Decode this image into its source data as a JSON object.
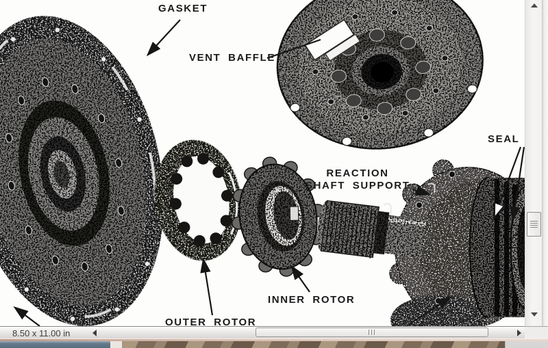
{
  "window": {
    "status_bar": {
      "page_size_label": "8.50 x 11.00 in"
    },
    "scrollbar_icons": {
      "vertical_up": "triangle-up",
      "vertical_down": "triangle-down",
      "horizontal_left": "triangle-left",
      "horizontal_right": "triangle-right"
    }
  },
  "figure": {
    "description": "Exploded view of transmission oil pump: drive plate, gasket, vent baffle, pump housing, outer rotor, inner rotor, splined shaft, reaction shaft support with seal rings",
    "labels": {
      "gasket": "GASKET",
      "vent_baffle": "VENT BAFFLE",
      "seal": "SEAL RI",
      "reaction_line1": "REACTION",
      "reaction_line2": "SHAFT SUPPORT",
      "inner_rotor": "INNER ROTOR",
      "outer_rotor": "OUTER ROTOR"
    }
  }
}
